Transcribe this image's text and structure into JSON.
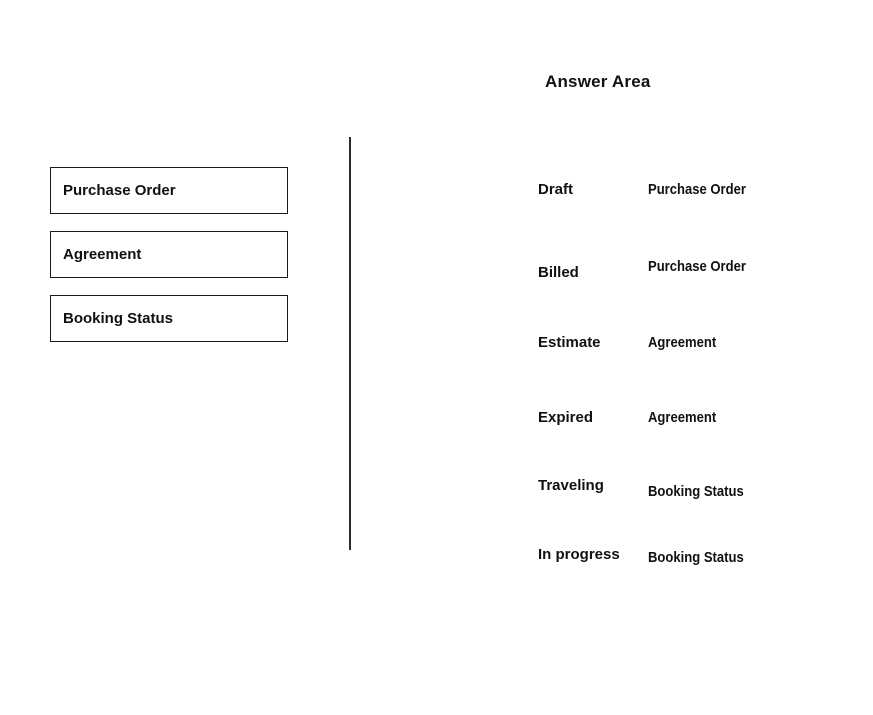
{
  "answer_area": {
    "title": "Answer Area"
  },
  "source_items": [
    {
      "label": "Purchase Order"
    },
    {
      "label": "Agreement"
    },
    {
      "label": "Booking Status"
    }
  ],
  "rows": [
    {
      "status": "Draft",
      "answer": "Purchase Order"
    },
    {
      "status": "Billed",
      "answer": "Purchase Order"
    },
    {
      "status": "Estimate",
      "answer": "Agreement"
    },
    {
      "status": "Expired",
      "answer": "Agreement"
    },
    {
      "status": "Traveling",
      "answer": "Booking Status"
    },
    {
      "status": "In progress",
      "answer": "Booking Status"
    }
  ],
  "colors": {
    "text": "#111111",
    "border": "#1a1a1a",
    "background": "#ffffff"
  }
}
